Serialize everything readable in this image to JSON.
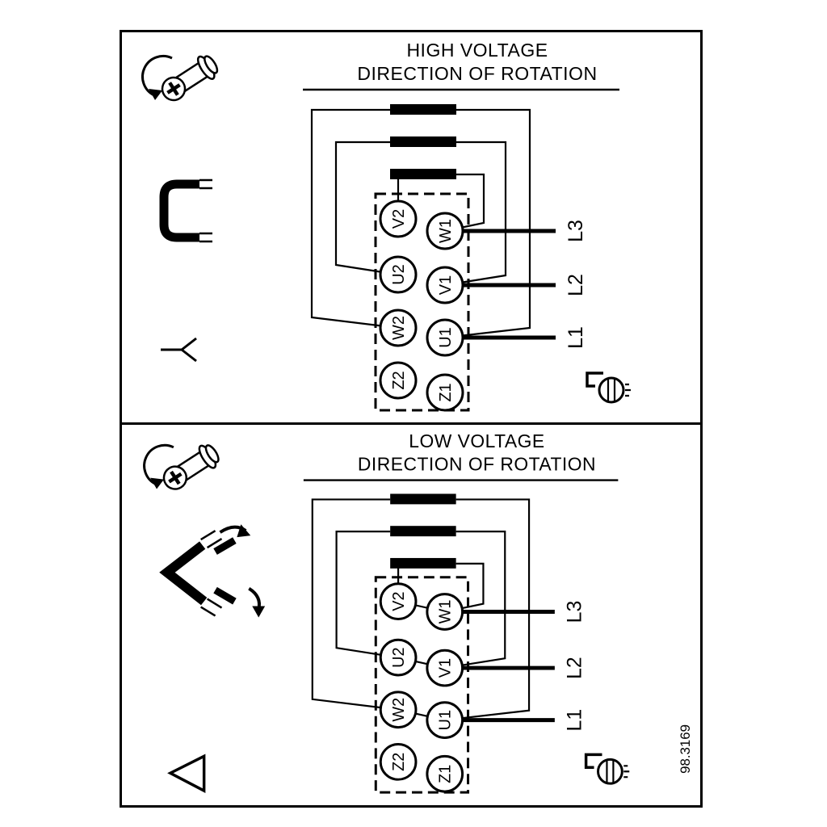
{
  "colors": {
    "ink": "#000000",
    "paper": "#ffffff"
  },
  "figure_number": "98.3169",
  "panels": [
    {
      "title": "HIGH VOLTAGE",
      "subtitle": "DIRECTION OF ROTATION",
      "connection": "star",
      "terminals": {
        "left": [
          "V2",
          "U2",
          "W2",
          "Z2"
        ],
        "right": [
          "W1",
          "V1",
          "U1",
          "Z1"
        ]
      },
      "supply_lines": [
        "L3",
        "L2",
        "L1"
      ],
      "icons": [
        "screw-rotation-icon",
        "terminal-link-icon",
        "star-symbol",
        "terminal-screw-icon"
      ]
    },
    {
      "title": "LOW VOLTAGE",
      "subtitle": "DIRECTION OF ROTATION",
      "connection": "delta",
      "terminals": {
        "left": [
          "V2",
          "U2",
          "W2",
          "Z2"
        ],
        "right": [
          "W1",
          "V1",
          "U1",
          "Z1"
        ]
      },
      "supply_lines": [
        "L3",
        "L2",
        "L1"
      ],
      "icons": [
        "screw-rotation-icon",
        "delta-link-icon",
        "delta-symbol",
        "terminal-screw-icon"
      ]
    }
  ]
}
